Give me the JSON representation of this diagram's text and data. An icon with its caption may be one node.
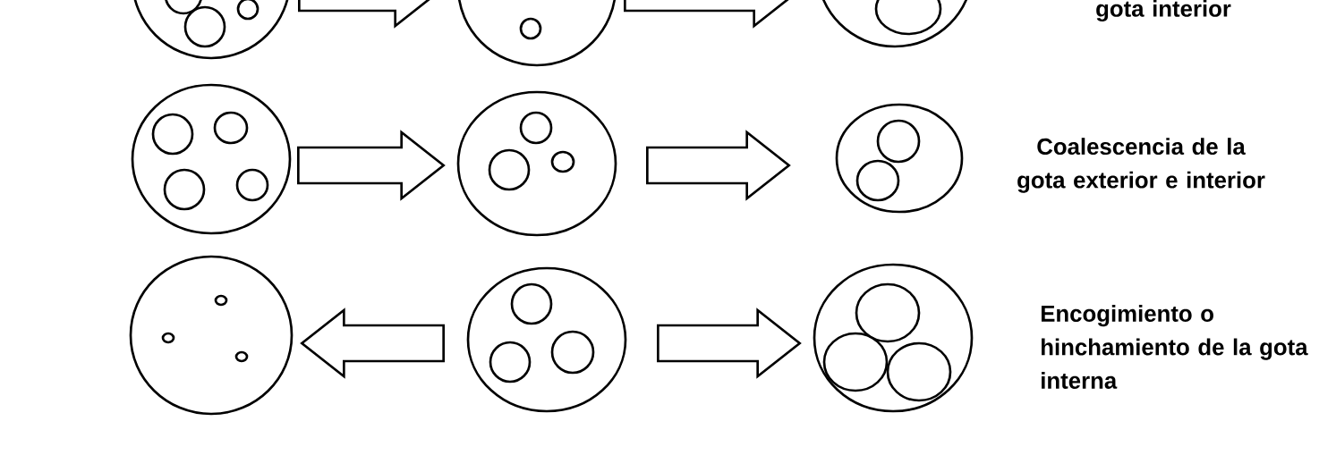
{
  "diagram": {
    "nodes": [
      {
        "text": [],
        "shape": "circle"
      },
      {
        "text": [],
        "shape": "circle"
      },
      {
        "text": [],
        "shape": "circle"
      },
      {
        "text": [],
        "shape": "circle"
      },
      {
        "text": [],
        "shape": "circle"
      },
      {
        "text": [],
        "shape": "circle"
      },
      {
        "text": [],
        "shape": "circle"
      },
      {
        "text": [],
        "shape": "circle"
      },
      {
        "text": [],
        "shape": "circle"
      }
    ],
    "edges": [
      {
        "from": 0,
        "to": 1,
        "arrow": "to"
      },
      {
        "from": 1,
        "to": 2,
        "arrow": "to"
      },
      {
        "from": 3,
        "to": 4,
        "arrow": "to"
      },
      {
        "from": 4,
        "to": 5,
        "arrow": "to"
      },
      {
        "from": 7,
        "to": 6,
        "arrow": "to"
      },
      {
        "from": 7,
        "to": 8,
        "arrow": "to"
      }
    ],
    "labels": [
      "gota interior",
      "Coalescencia de la gota exterior e interior",
      "Encogimiento o hinchamiento de la gota interna"
    ]
  }
}
